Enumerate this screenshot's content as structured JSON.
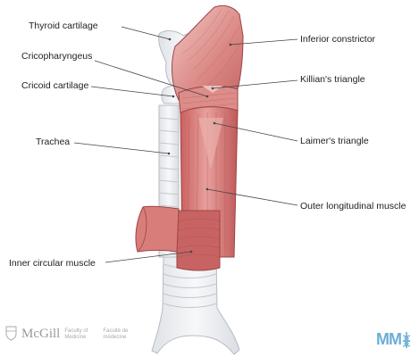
{
  "labels": {
    "thyroid": "Thyroid cartilage",
    "cricopharyngeus": "Cricopharyngeus",
    "cricoid": "Cricoid cartilage",
    "trachea": "Trachea",
    "inner_circular": "Inner circular muscle",
    "inferior_constrictor": "Inferior constrictor",
    "killian": "Killian's triangle",
    "laimer": "Laimer's triangle",
    "outer_longitudinal": "Outer longitudinal muscle"
  },
  "branding": {
    "mcgill_name": "McGill",
    "faculty_en": "Faculty of Medicine",
    "faculty_fr": "Faculté de médecine",
    "mmi_text": "MM"
  },
  "colors": {
    "muscle": "#d87a78",
    "muscle_dark": "#b84f50",
    "cartilage": "#eceef1",
    "cartilage_line": "#b7bcc4",
    "leader": "#444444",
    "mmi_blue": "#6aaed6"
  }
}
